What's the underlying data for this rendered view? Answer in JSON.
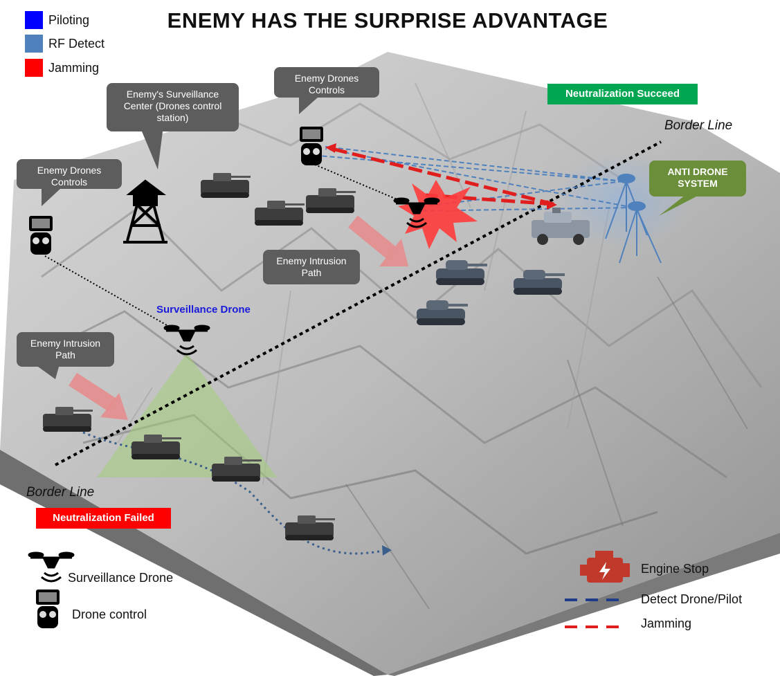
{
  "title": "ENEMY HAS THE SURPRISE ADVANTAGE",
  "legend": {
    "items": [
      {
        "label": "Piloting",
        "color": "#0000ff"
      },
      {
        "label": "RF Detect",
        "color": "#4f81bd"
      },
      {
        "label": "Jamming",
        "color": "#ff0000"
      }
    ]
  },
  "callouts": {
    "surveillance_center": "Enemy's Surveillance Center (Drones control station)",
    "drones_controls_top": "Enemy Drones Controls",
    "drones_controls_left": "Enemy Drones Controls",
    "intrusion_path_upper": "Enemy Intrusion Path",
    "intrusion_path_lower": "Enemy Intrusion Path",
    "anti_drone_system": "ANTI DRONE SYSTEM"
  },
  "status": {
    "succeed": "Neutralization Succeed",
    "failed": "Neutralization Failed",
    "succeed_color": "#00a651",
    "failed_color": "#ff0000"
  },
  "labels": {
    "border_line_top": "Border Line",
    "border_line_bottom": "Border Line",
    "surveillance_drone": "Surveillance  Drone"
  },
  "bottom_legend_left": {
    "drone": {
      "label": "Surveillance Drone",
      "icon": "drone-icon"
    },
    "control": {
      "label": "Drone control",
      "icon": "remote-controller-icon"
    }
  },
  "bottom_legend_right": {
    "engine": {
      "label": "Engine Stop",
      "icon": "engine-icon",
      "color": "#c0392b"
    },
    "detect": {
      "label": "Detect Drone/Pilot",
      "color": "#1f3c88"
    },
    "jamming": {
      "label": "Jamming",
      "color": "#e01e1e"
    }
  }
}
